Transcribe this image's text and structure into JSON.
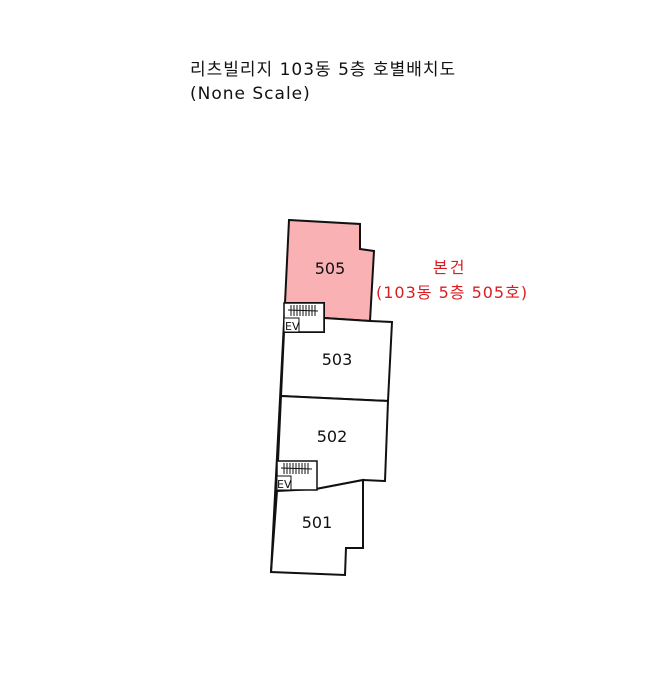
{
  "header": {
    "title": "리츠빌리지 103동 5층 호별배치도",
    "subtitle": "(None Scale)"
  },
  "callout": {
    "label": "본건",
    "detail": "(103동 5층 505호)",
    "color": "#d81e22"
  },
  "units": [
    {
      "id": "505",
      "label": "505",
      "highlighted": true,
      "fill": "#f9b1b4"
    },
    {
      "id": "503",
      "label": "503",
      "highlighted": false,
      "fill": "#ffffff"
    },
    {
      "id": "502",
      "label": "502",
      "highlighted": false,
      "fill": "#ffffff"
    },
    {
      "id": "501",
      "label": "501",
      "highlighted": false,
      "fill": "#ffffff"
    }
  ],
  "elevators": [
    {
      "label": "EV"
    },
    {
      "label": "EV"
    }
  ]
}
